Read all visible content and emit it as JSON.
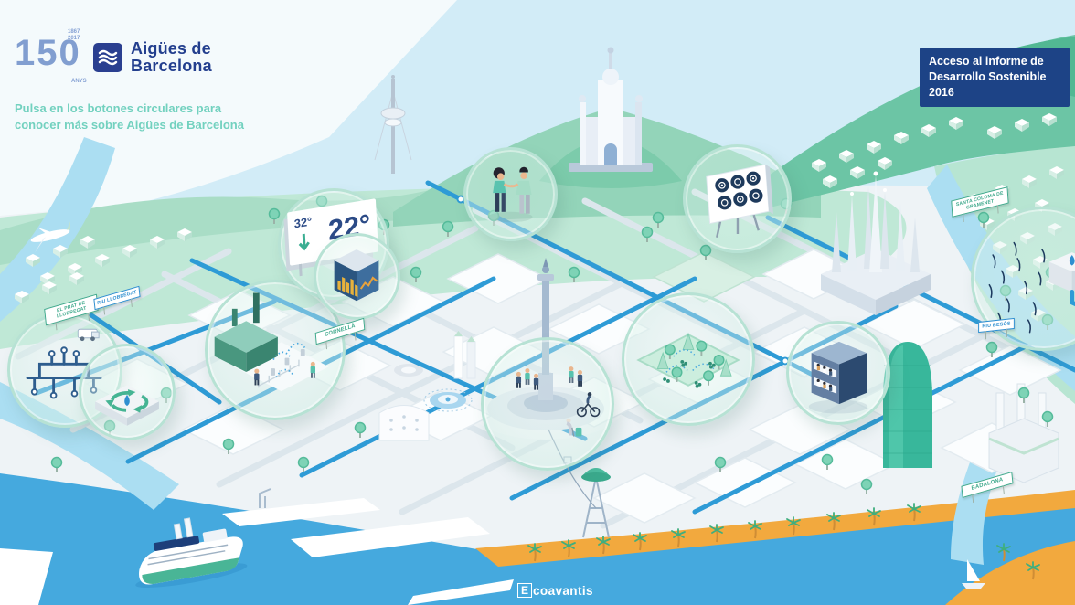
{
  "header": {
    "anniversary": {
      "number": "150",
      "year_start": "1867",
      "year_end": "2017",
      "caption": "ANYS"
    },
    "brand": {
      "line1": "Aigües de",
      "line2": "Barcelona",
      "logo_icon": "waves-icon",
      "logo_color": "#2a3f90"
    },
    "tagline": {
      "line1": "Pulsa en los botones circulares para",
      "line2": "conocer más sobre Aigües de Barcelona"
    },
    "report_button": {
      "line1": "Acceso al informe de",
      "line2": "Desarrollo Sostenible 2016",
      "bg": "#1d4386"
    }
  },
  "map": {
    "signs": {
      "el_prat": "EL PRAT DE LLOBREGAT",
      "riu_llobregat": "RIU LLOBREGAT",
      "cornella": "CORNELLÀ",
      "santa_coloma": "SANTA COLOMA DE GRAMENET",
      "riu_besos": "RIU BESÒS",
      "badalona": "BADALONA"
    },
    "temperature_sign": {
      "high": "32°",
      "low": "22°"
    },
    "hotspots": [
      {
        "icon": "water-distribution-network-icon"
      },
      {
        "icon": "water-reuse-icon"
      },
      {
        "icon": "public-fountains-park-icon"
      },
      {
        "icon": "temperature-reduction-icon"
      },
      {
        "icon": "data-monitoring-cube-icon"
      },
      {
        "icon": "agreement-people-icon"
      },
      {
        "icon": "citizens-monument-icon"
      },
      {
        "icon": "park-irrigation-icon"
      },
      {
        "icon": "goals-billboard-icon"
      },
      {
        "icon": "office-employees-icon"
      },
      {
        "icon": "river-water-intake-icon"
      }
    ]
  },
  "footer": {
    "credit_initial": "E",
    "credit_rest": "coavantis"
  },
  "colors": {
    "brand_navy": "#233f8e",
    "mint_text": "#72d1bf",
    "button_navy": "#1d4386",
    "pipe_blue": "#2e9bd6",
    "sea_blue": "#45a9de",
    "beach_orange": "#f2a93e",
    "hotspot_ring": "#b7e2d4",
    "hill_green": "#6cc5a5",
    "mint_band": "#bfe8d6"
  }
}
